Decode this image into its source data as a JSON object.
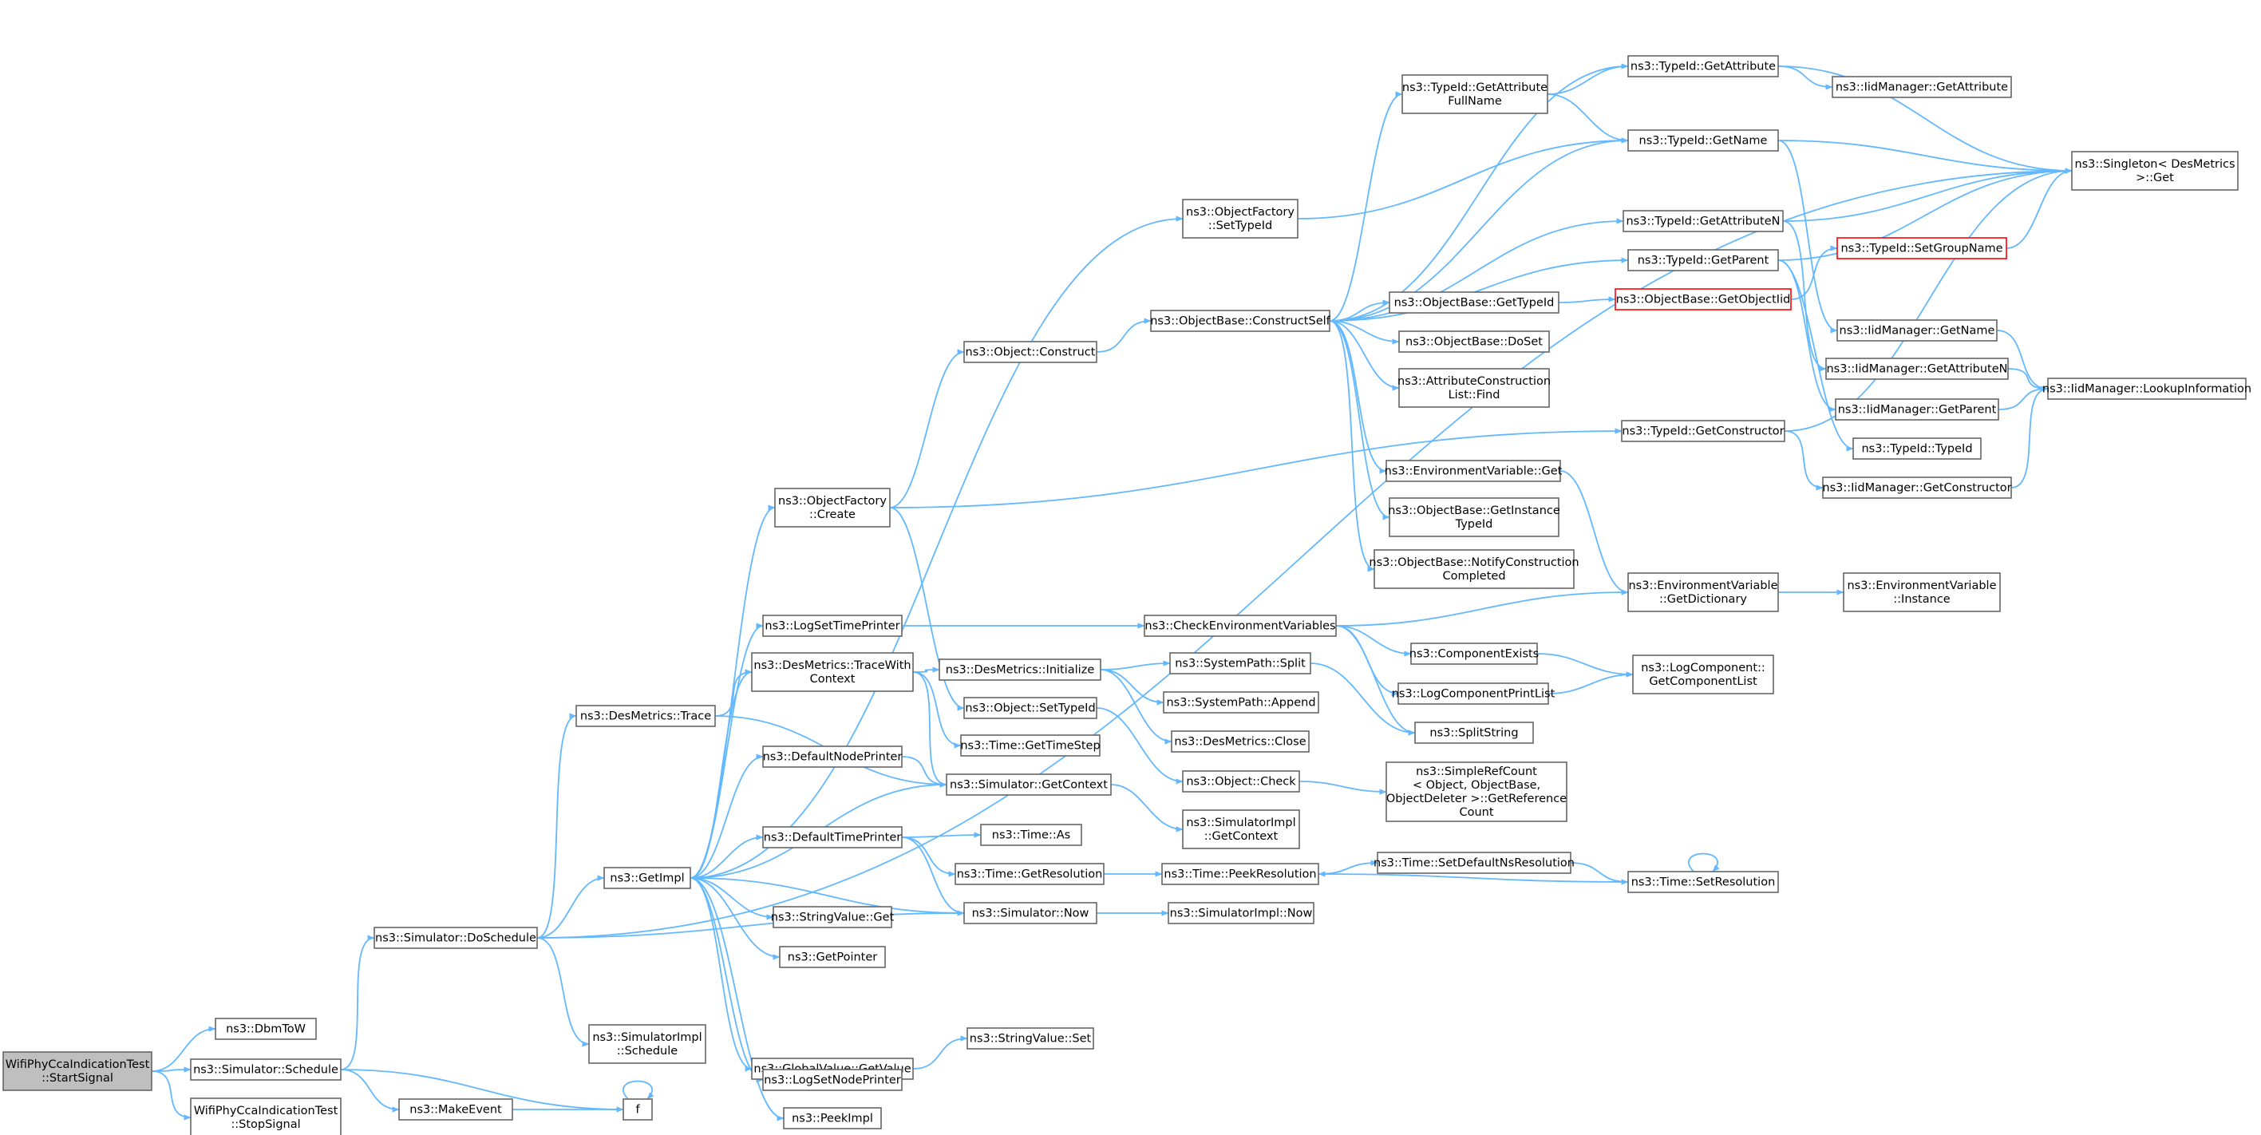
{
  "diagram": {
    "type": "call-graph",
    "nodes": [
      {
        "id": "start",
        "lines": [
          "WifiPhyCcaIndicationTest",
          "::StartSignal"
        ],
        "style": "root"
      },
      {
        "id": "dbmtow",
        "lines": [
          "ns3::DbmToW"
        ]
      },
      {
        "id": "sched",
        "lines": [
          "ns3::Simulator::Schedule"
        ]
      },
      {
        "id": "stopsig",
        "lines": [
          "WifiPhyCcaIndicationTest",
          "::StopSignal"
        ]
      },
      {
        "id": "dosched",
        "lines": [
          "ns3::Simulator::DoSchedule"
        ]
      },
      {
        "id": "makeevent",
        "lines": [
          "ns3::MakeEvent"
        ]
      },
      {
        "id": "f",
        "lines": [
          "f"
        ]
      },
      {
        "id": "destrace",
        "lines": [
          "ns3::DesMetrics::Trace"
        ]
      },
      {
        "id": "getimpl",
        "lines": [
          "ns3::GetImpl"
        ]
      },
      {
        "id": "simimplsched",
        "lines": [
          "ns3::SimulatorImpl",
          "::Schedule"
        ]
      },
      {
        "id": "objfactcreate",
        "lines": [
          "ns3::ObjectFactory",
          "::Create"
        ]
      },
      {
        "id": "logsettime",
        "lines": [
          "ns3::LogSetTimePrinter"
        ]
      },
      {
        "id": "destracectx",
        "lines": [
          "ns3::DesMetrics::TraceWith",
          "Context"
        ]
      },
      {
        "id": "defnode",
        "lines": [
          "ns3::DefaultNodePrinter"
        ]
      },
      {
        "id": "deftime",
        "lines": [
          "ns3::DefaultTimePrinter"
        ]
      },
      {
        "id": "strget",
        "lines": [
          "ns3::StringValue::Get"
        ]
      },
      {
        "id": "getptr",
        "lines": [
          "ns3::GetPointer"
        ]
      },
      {
        "id": "gvget",
        "lines": [
          "ns3::GlobalValue::GetValue"
        ]
      },
      {
        "id": "logsetnode",
        "lines": [
          "ns3::LogSetNodePrinter"
        ]
      },
      {
        "id": "peekimpl",
        "lines": [
          "ns3::PeekImpl"
        ]
      },
      {
        "id": "objfactset",
        "lines": [
          "ns3::ObjectFactory",
          "::SetTypeId"
        ]
      },
      {
        "id": "objconstruct",
        "lines": [
          "ns3::Object::Construct"
        ]
      },
      {
        "id": "desinit",
        "lines": [
          "ns3::DesMetrics::Initialize"
        ]
      },
      {
        "id": "objsettid",
        "lines": [
          "ns3::Object::SetTypeId"
        ]
      },
      {
        "id": "gettimestep",
        "lines": [
          "ns3::Time::GetTimeStep"
        ]
      },
      {
        "id": "simgetctx",
        "lines": [
          "ns3::Simulator::GetContext"
        ]
      },
      {
        "id": "timeas",
        "lines": [
          "ns3::Time::As"
        ]
      },
      {
        "id": "timegetres",
        "lines": [
          "ns3::Time::GetResolution"
        ]
      },
      {
        "id": "simnow",
        "lines": [
          "ns3::Simulator::Now"
        ]
      },
      {
        "id": "strset",
        "lines": [
          "ns3::StringValue::Set"
        ]
      },
      {
        "id": "obconstruct",
        "lines": [
          "ns3::ObjectBase::ConstructSelf"
        ]
      },
      {
        "id": "checkenv",
        "lines": [
          "ns3::CheckEnvironmentVariables"
        ]
      },
      {
        "id": "pathsplit",
        "lines": [
          "ns3::SystemPath::Split"
        ]
      },
      {
        "id": "pathappend",
        "lines": [
          "ns3::SystemPath::Append"
        ]
      },
      {
        "id": "desclose",
        "lines": [
          "ns3::DesMetrics::Close"
        ]
      },
      {
        "id": "objcheck",
        "lines": [
          "ns3::Object::Check"
        ]
      },
      {
        "id": "simimplctx",
        "lines": [
          "ns3::SimulatorImpl",
          "::GetContext"
        ]
      },
      {
        "id": "peekres",
        "lines": [
          "ns3::Time::PeekResolution"
        ]
      },
      {
        "id": "simimplnow",
        "lines": [
          "ns3::SimulatorImpl::Now"
        ]
      },
      {
        "id": "tidgetattrfull",
        "lines": [
          "ns3::TypeId::GetAttribute",
          "FullName"
        ]
      },
      {
        "id": "obgettid",
        "lines": [
          "ns3::ObjectBase::GetTypeId"
        ]
      },
      {
        "id": "obdoset",
        "lines": [
          "ns3::ObjectBase::DoSet"
        ]
      },
      {
        "id": "attrfind",
        "lines": [
          "ns3::AttributeConstruction",
          "List::Find"
        ]
      },
      {
        "id": "envget",
        "lines": [
          "ns3::EnvironmentVariable::Get"
        ]
      },
      {
        "id": "obgetinst",
        "lines": [
          "ns3::ObjectBase::GetInstance",
          "TypeId"
        ]
      },
      {
        "id": "obnotify",
        "lines": [
          "ns3::ObjectBase::NotifyConstruction",
          "Completed"
        ]
      },
      {
        "id": "compexists",
        "lines": [
          "ns3::ComponentExists"
        ]
      },
      {
        "id": "logcompprint",
        "lines": [
          "ns3::LogComponentPrintList"
        ]
      },
      {
        "id": "splitstring",
        "lines": [
          "ns3::SplitString"
        ]
      },
      {
        "id": "refcount",
        "lines": [
          "ns3::SimpleRefCount",
          "< Object, ObjectBase,",
          "ObjectDeleter >::GetReference",
          "Count"
        ]
      },
      {
        "id": "setdefns",
        "lines": [
          "ns3::Time::SetDefaultNsResolution"
        ]
      },
      {
        "id": "tidgetattr",
        "lines": [
          "ns3::TypeId::GetAttribute"
        ]
      },
      {
        "id": "tidgetname",
        "lines": [
          "ns3::TypeId::GetName"
        ]
      },
      {
        "id": "tidgetattrn",
        "lines": [
          "ns3::TypeId::GetAttributeN"
        ]
      },
      {
        "id": "tidgetparent",
        "lines": [
          "ns3::TypeId::GetParent"
        ]
      },
      {
        "id": "obgetobjtid",
        "lines": [
          "ns3::ObjectBase::GetObjectIid"
        ],
        "style": "missing"
      },
      {
        "id": "tidgetctor",
        "lines": [
          "ns3::TypeId::GetConstructor"
        ]
      },
      {
        "id": "envdict",
        "lines": [
          "ns3::EnvironmentVariable",
          "::GetDictionary"
        ]
      },
      {
        "id": "logcomplist",
        "lines": [
          "ns3::LogComponent::",
          "GetComponentList"
        ]
      },
      {
        "id": "timesetres",
        "lines": [
          "ns3::Time::SetResolution"
        ]
      },
      {
        "id": "iidgetattr",
        "lines": [
          "ns3::IidManager::GetAttribute"
        ]
      },
      {
        "id": "tidsetgroup",
        "lines": [
          "ns3::TypeId::SetGroupName"
        ],
        "style": "missing"
      },
      {
        "id": "iidgetname",
        "lines": [
          "ns3::IidManager::GetName"
        ]
      },
      {
        "id": "iidgetattrn",
        "lines": [
          "ns3::IidManager::GetAttributeN"
        ]
      },
      {
        "id": "iidgetparent",
        "lines": [
          "ns3::IidManager::GetParent"
        ]
      },
      {
        "id": "tidtid",
        "lines": [
          "ns3::TypeId::TypeId"
        ]
      },
      {
        "id": "iidgetctor",
        "lines": [
          "ns3::IidManager::GetConstructor"
        ]
      },
      {
        "id": "envinst",
        "lines": [
          "ns3::EnvironmentVariable",
          "::Instance"
        ]
      },
      {
        "id": "singleton",
        "lines": [
          "ns3::Singleton< DesMetrics",
          ">::Get"
        ]
      },
      {
        "id": "iidlookup",
        "lines": [
          "ns3::IidManager::LookupInformation"
        ]
      }
    ],
    "edges": [
      [
        "start",
        "dbmtow"
      ],
      [
        "start",
        "sched"
      ],
      [
        "start",
        "stopsig"
      ],
      [
        "sched",
        "dosched"
      ],
      [
        "sched",
        "makeevent"
      ],
      [
        "sched",
        "f"
      ],
      [
        "makeevent",
        "f"
      ],
      [
        "f",
        "f"
      ],
      [
        "dosched",
        "destrace"
      ],
      [
        "dosched",
        "getimpl"
      ],
      [
        "dosched",
        "simimplsched"
      ],
      [
        "dosched",
        "simnow"
      ],
      [
        "dosched",
        "singleton"
      ],
      [
        "destrace",
        "destracectx"
      ],
      [
        "destrace",
        "simgetctx"
      ],
      [
        "getimpl",
        "objfactset"
      ],
      [
        "getimpl",
        "objfactcreate"
      ],
      [
        "getimpl",
        "logsettime"
      ],
      [
        "getimpl",
        "destracectx"
      ],
      [
        "getimpl",
        "defnode"
      ],
      [
        "getimpl",
        "deftime"
      ],
      [
        "getimpl",
        "strget"
      ],
      [
        "getimpl",
        "getptr"
      ],
      [
        "getimpl",
        "gvget"
      ],
      [
        "getimpl",
        "logsetnode"
      ],
      [
        "getimpl",
        "peekimpl"
      ],
      [
        "objfactcreate",
        "objconstruct"
      ],
      [
        "objfactcreate",
        "objsettid"
      ],
      [
        "objfactcreate",
        "tidgetctor"
      ],
      [
        "logsettime",
        "checkenv"
      ],
      [
        "destracectx",
        "desinit"
      ],
      [
        "destracectx",
        "gettimestep"
      ],
      [
        "destracectx",
        "simgetctx"
      ],
      [
        "defnode",
        "simgetctx"
      ],
      [
        "deftime",
        "timeas"
      ],
      [
        "deftime",
        "timegetres"
      ],
      [
        "deftime",
        "simnow"
      ],
      [
        "gvget",
        "strset"
      ],
      [
        "objfactset",
        "tidgetname"
      ],
      [
        "objconstruct",
        "obconstruct"
      ],
      [
        "desinit",
        "pathsplit"
      ],
      [
        "desinit",
        "pathappend"
      ],
      [
        "desinit",
        "desclose"
      ],
      [
        "objsettid",
        "objcheck"
      ],
      [
        "simgetctx",
        "getimpl"
      ],
      [
        "simgetctx",
        "simimplctx"
      ],
      [
        "timegetres",
        "peekres"
      ],
      [
        "simnow",
        "getimpl"
      ],
      [
        "simnow",
        "simimplnow"
      ],
      [
        "obconstruct",
        "tidgetattrfull"
      ],
      [
        "obconstruct",
        "tidgetattr"
      ],
      [
        "obconstruct",
        "tidgetname"
      ],
      [
        "obconstruct",
        "tidgetattrn"
      ],
      [
        "obconstruct",
        "tidgetparent"
      ],
      [
        "obconstruct",
        "obgettid"
      ],
      [
        "obconstruct",
        "obdoset"
      ],
      [
        "obconstruct",
        "attrfind"
      ],
      [
        "obconstruct",
        "envget"
      ],
      [
        "obconstruct",
        "obgetinst"
      ],
      [
        "obconstruct",
        "obnotify"
      ],
      [
        "checkenv",
        "envdict"
      ],
      [
        "checkenv",
        "compexists"
      ],
      [
        "checkenv",
        "logcompprint"
      ],
      [
        "checkenv",
        "splitstring"
      ],
      [
        "pathsplit",
        "splitstring"
      ],
      [
        "objcheck",
        "refcount"
      ],
      [
        "peekres",
        "setdefns"
      ],
      [
        "setdefns",
        "timesetres"
      ],
      [
        "timesetres",
        "peekres"
      ],
      [
        "timesetres",
        "timesetres"
      ],
      [
        "tidgetattrfull",
        "tidgetattr"
      ],
      [
        "tidgetattrfull",
        "tidgetname"
      ],
      [
        "obgettid",
        "obgetobjtid"
      ],
      [
        "envget",
        "envdict"
      ],
      [
        "compexists",
        "logcomplist"
      ],
      [
        "logcompprint",
        "logcomplist"
      ],
      [
        "tidgetattr",
        "iidgetattr"
      ],
      [
        "tidgetattr",
        "singleton"
      ],
      [
        "tidgetname",
        "iidgetname"
      ],
      [
        "tidgetname",
        "singleton"
      ],
      [
        "tidgetattrn",
        "iidgetattrn"
      ],
      [
        "tidgetattrn",
        "singleton"
      ],
      [
        "tidgetparent",
        "iidgetparent"
      ],
      [
        "tidgetparent",
        "tidtid"
      ],
      [
        "tidgetparent",
        "singleton"
      ],
      [
        "obgetobjtid",
        "tidsetgroup"
      ],
      [
        "tidgetctor",
        "iidgetctor"
      ],
      [
        "tidgetctor",
        "singleton"
      ],
      [
        "envdict",
        "envinst"
      ],
      [
        "tidsetgroup",
        "singleton"
      ],
      [
        "iidgetname",
        "iidlookup"
      ],
      [
        "iidgetattrn",
        "iidlookup"
      ],
      [
        "iidgetparent",
        "iidlookup"
      ],
      [
        "iidgetctor",
        "iidlookup"
      ]
    ]
  }
}
